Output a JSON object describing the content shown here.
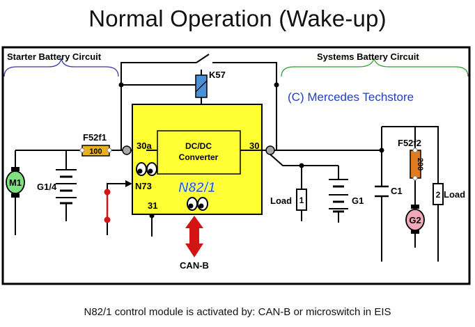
{
  "title": "Normal Operation (Wake-up)",
  "caption": "N82/1 control module is activated by:  CAN-B or microswitch in EIS",
  "copyright": "(C) Mercedes Techstore",
  "circuits": {
    "starter": "Starter Battery Circuit",
    "systems": "Systems Battery Circuit"
  },
  "module": {
    "name": "N82/1",
    "converter_line1": "DC/DC",
    "converter_line2": "Converter",
    "pin_in": "30a",
    "pin_out": "30",
    "pin_ground": "31",
    "microswitch": "N73"
  },
  "components": {
    "relay": "K57",
    "fuse1_label": "F52f1",
    "fuse1_value": "100",
    "fuse2_label": "F52f2",
    "fuse2_value": "200",
    "starter_motor": "M1",
    "starter_battery": "G1/4",
    "system_battery": "G1",
    "generator": "G2",
    "capacitor": "C1",
    "load1_label": "Load",
    "load1_number": "1",
    "load2_label": "Load",
    "load2_number": "2",
    "bus": "CAN-B"
  },
  "colors": {
    "module_fill": "#ffff33",
    "module_label": "#2a63b8",
    "starter_brace": "#3a3a9a",
    "systems_brace": "#2e9e2e",
    "copyright": "#1f3fbf",
    "relay_coil": "#4a90d9",
    "fuse1": "#e8b21e",
    "fuse2": "#e07b1f",
    "motor": "#7fe07f",
    "generator": "#f2a8b8",
    "can_arrow": "#d41414",
    "microswitch": "#d41414"
  }
}
